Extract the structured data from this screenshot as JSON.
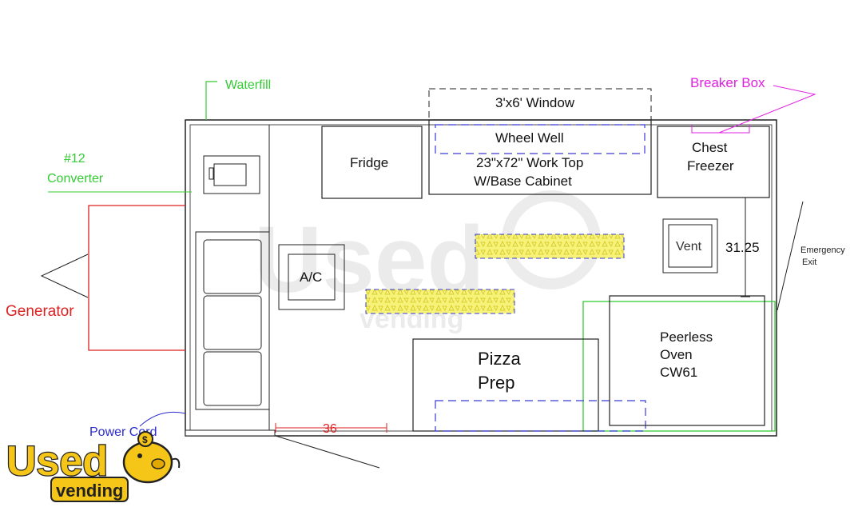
{
  "labels": {
    "waterfill": "Waterfill",
    "converter_line1": "#12",
    "converter_line2": "Converter",
    "generator": "Generator",
    "power_cord": "Power Cord",
    "breaker_box": "Breaker Box",
    "window": "3'x6' Window",
    "wheel_well": "Wheel Well",
    "work_top_line1": "23\"x72\" Work Top",
    "work_top_line2": "W/Base Cabinet",
    "fridge": "Fridge",
    "chest_freezer_line1": "Chest",
    "chest_freezer_line2": "Freezer",
    "ac": "A/C",
    "vent": "Vent",
    "dim_vertical": "31.25",
    "dim_horizontal": "36",
    "emergency_exit_line1": "Emergency",
    "emergency_exit_line2": "Exit",
    "pizza_prep_line1": "Pizza",
    "pizza_prep_line2": "Prep",
    "oven_line1": "Peerless",
    "oven_line2": "Oven",
    "oven_line3": "CW61"
  },
  "logo": {
    "text": "Used",
    "subtext": "vending"
  },
  "colors": {
    "outline": "#222222",
    "green": "#33cc33",
    "magenta": "#e020e0",
    "red": "#dd2222",
    "blue": "#2a2acc",
    "hood_blue": "#3a3ad8",
    "hood_fill": "#f4f070",
    "logo_yellow": "#f5c518"
  },
  "icons": {
    "pig": "piggy-bank-icon",
    "dollar": "dollar-coin-icon"
  }
}
